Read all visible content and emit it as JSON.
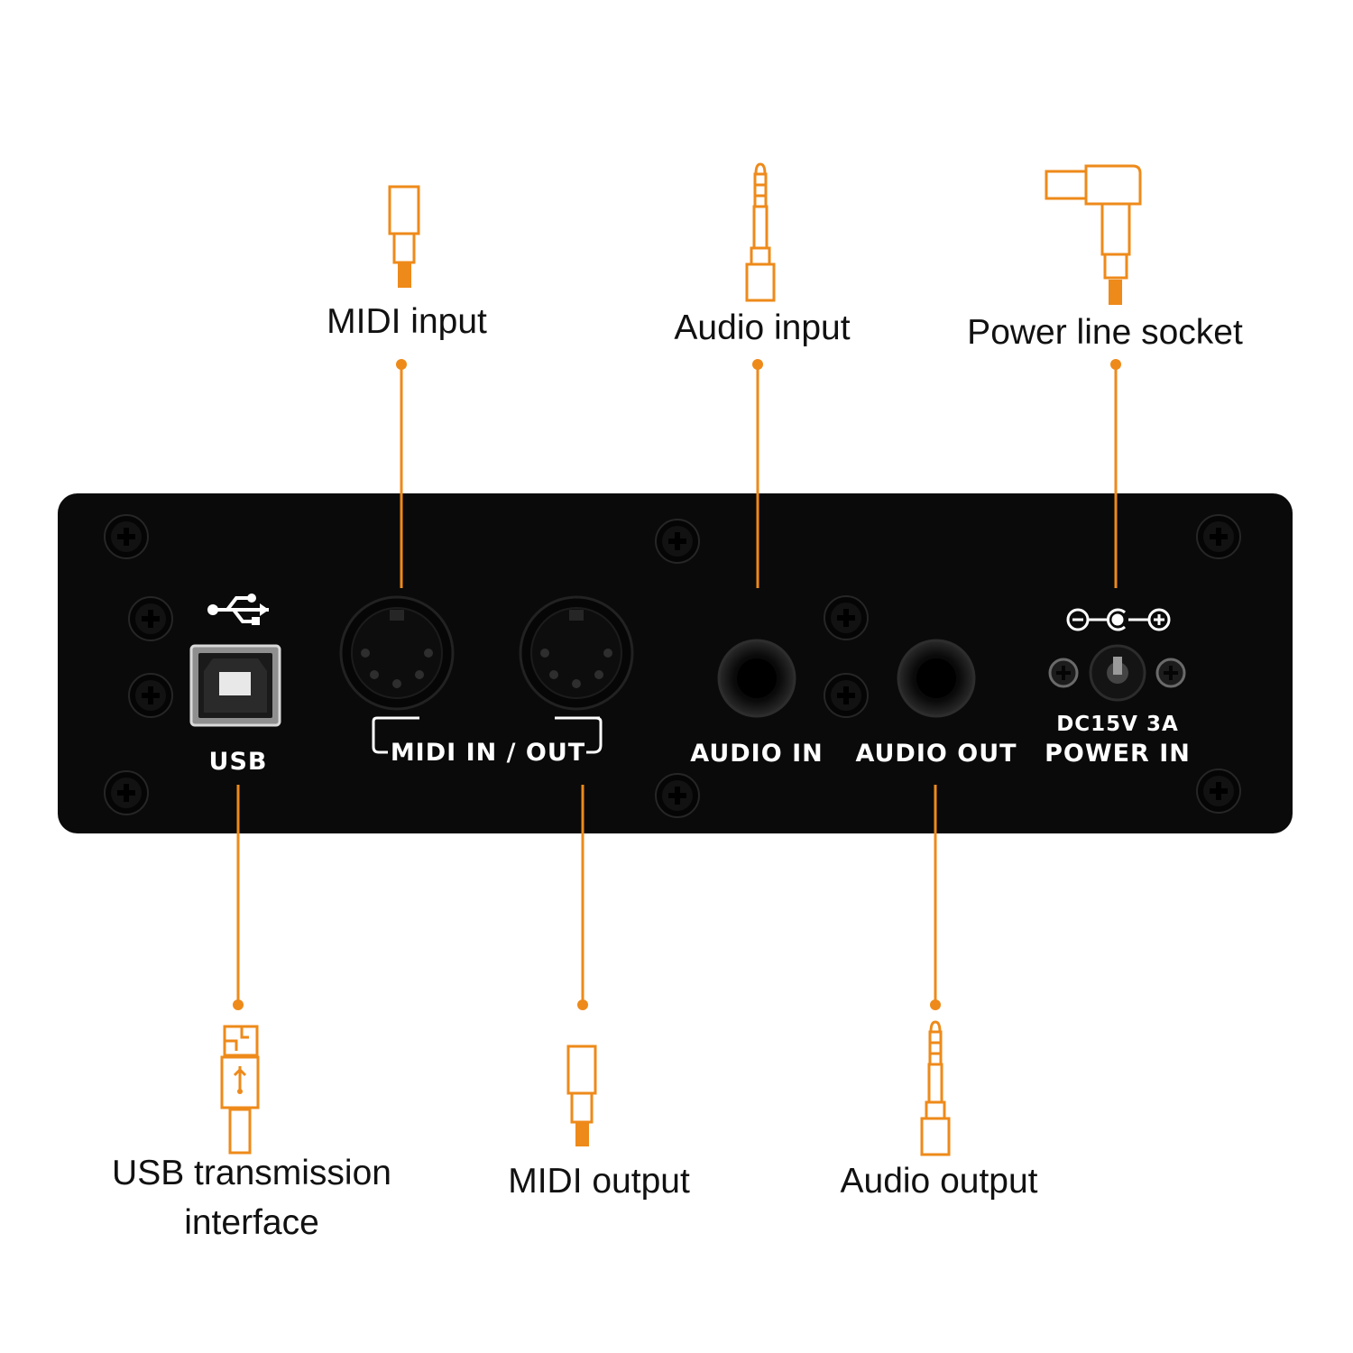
{
  "colors": {
    "accent": "#ee8a1a",
    "panel": "#0a0a0a",
    "label_text": "#111111",
    "panel_text": "#ffffff"
  },
  "panel": {
    "usb_label": "USB",
    "midi_label": "MIDI IN / OUT",
    "audio_in_label": "AUDIO IN",
    "audio_out_label": "AUDIO OUT",
    "power_spec": "DC15V 3A",
    "power_label": "POWER IN"
  },
  "callouts": {
    "midi_input": "MIDI input",
    "audio_input": "Audio input",
    "power_socket": "Power line socket",
    "usb_interface_line1": "USB transmission",
    "usb_interface_line2": "interface",
    "midi_output": "MIDI output",
    "audio_output": "Audio output"
  },
  "icons": {
    "usb_symbol": "usb-icon",
    "polarity": "dc-polarity-icon",
    "midi_plug": "midi-plug-icon",
    "audio_jack": "audio-plug-icon",
    "power_plug": "power-plug-icon",
    "usb_plug": "usb-plug-icon"
  }
}
